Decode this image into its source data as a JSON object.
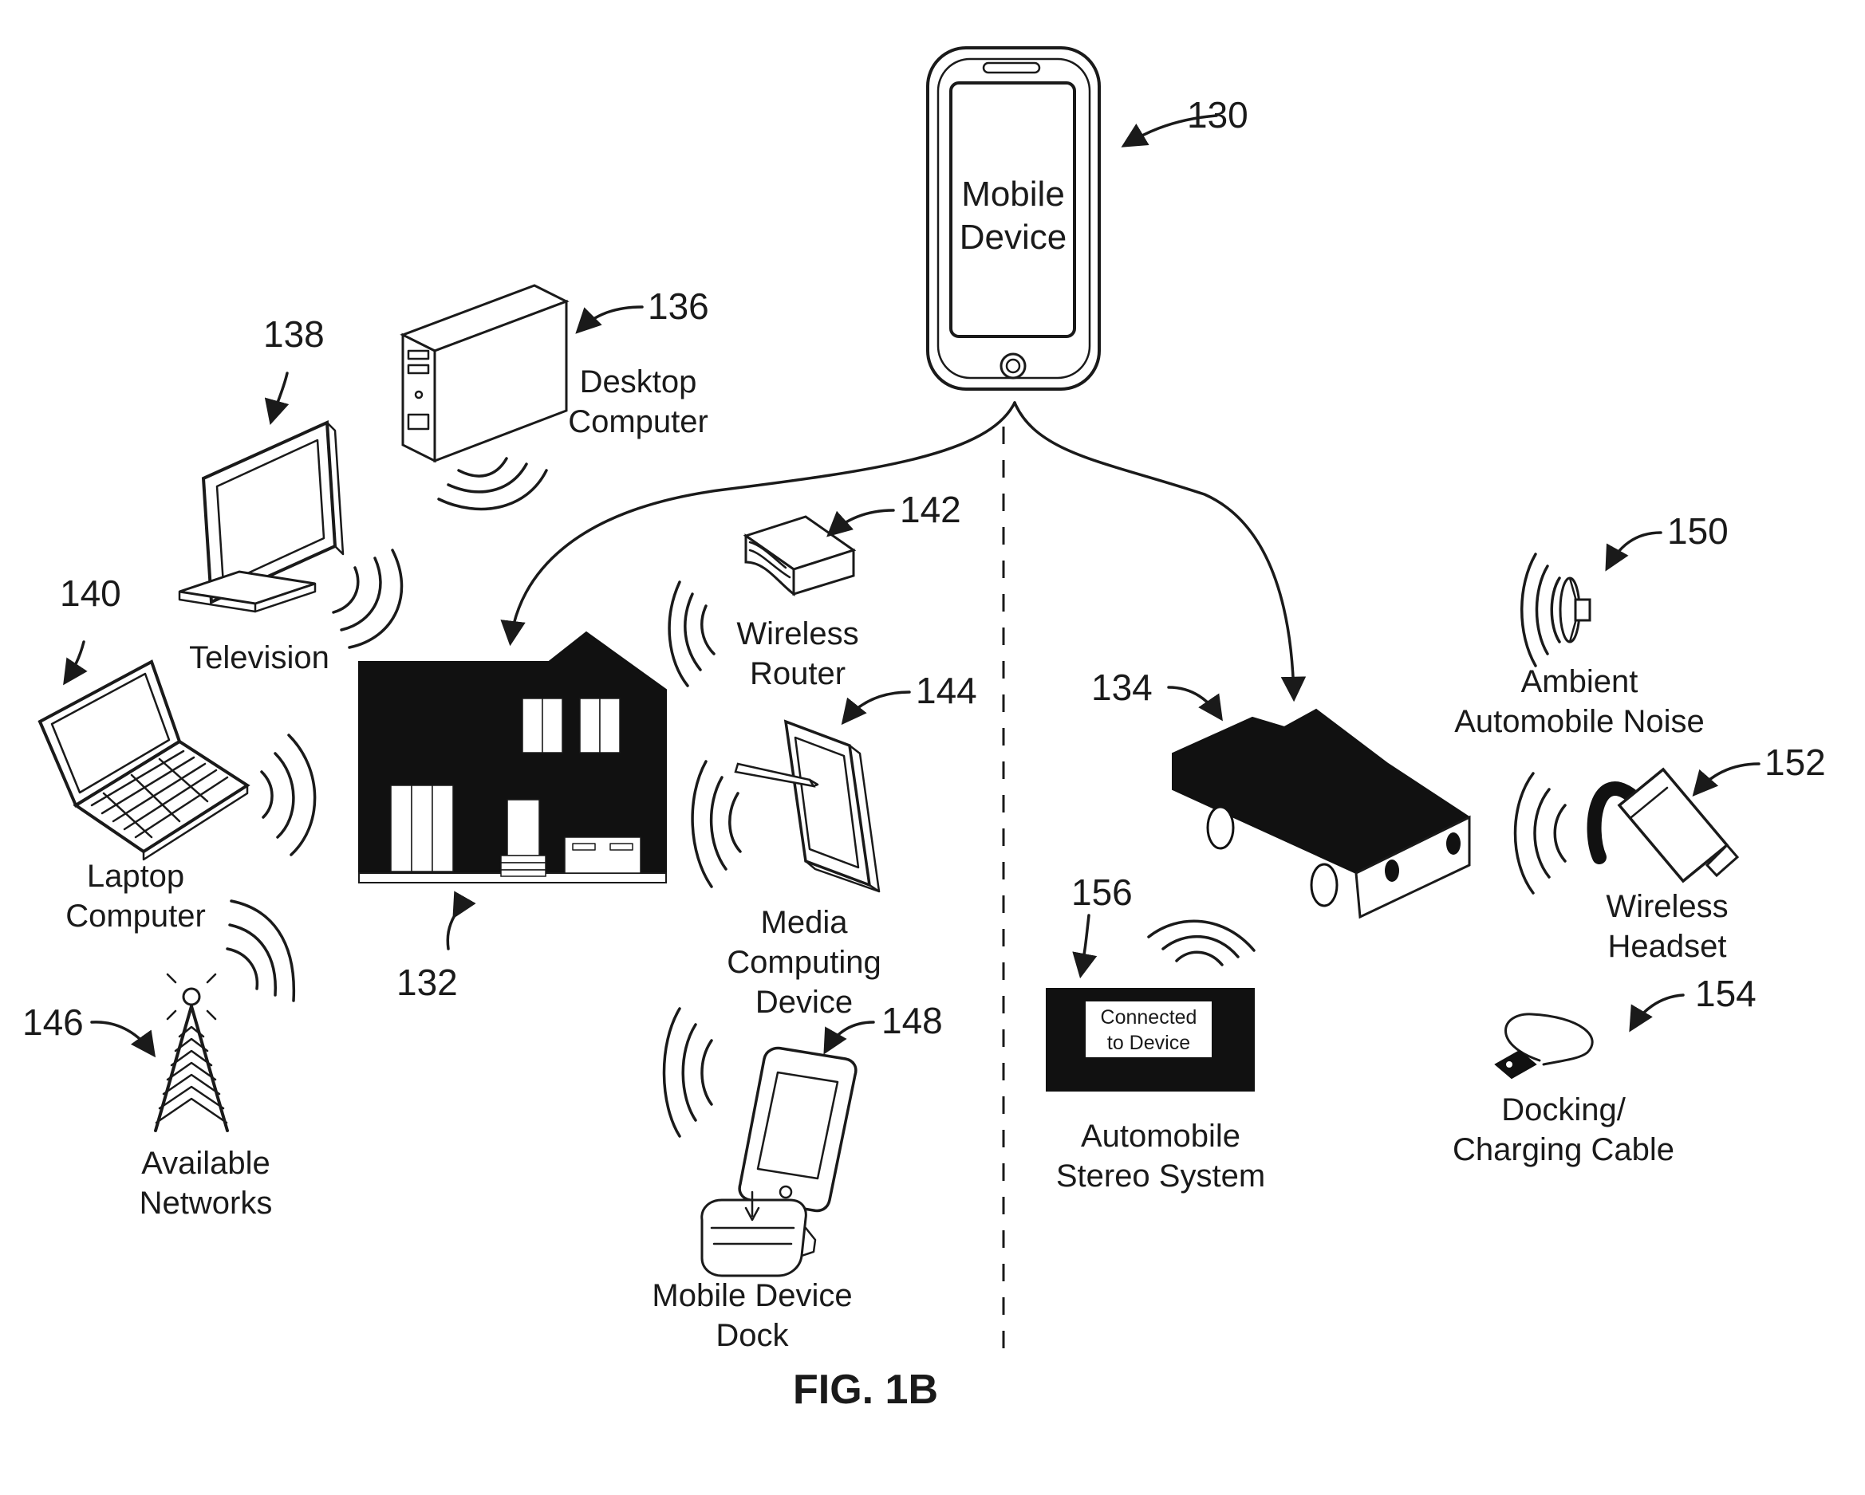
{
  "caption": "FIG. 1B",
  "mobile_device": {
    "ref": "130",
    "line1": "Mobile",
    "line2": "Device"
  },
  "house": {
    "ref": "132"
  },
  "automobile": {
    "ref": "134"
  },
  "desktop": {
    "ref": "136",
    "line1": "Desktop",
    "line2": "Computer"
  },
  "television": {
    "ref": "138",
    "line1": "Television"
  },
  "laptop": {
    "ref": "140",
    "line1": "Laptop",
    "line2": "Computer"
  },
  "router": {
    "ref": "142",
    "line1": "Wireless",
    "line2": "Router"
  },
  "media_device": {
    "ref": "144",
    "line1": "Media",
    "line2": "Computing",
    "line3": "Device"
  },
  "networks": {
    "ref": "146",
    "line1": "Available",
    "line2": "Networks"
  },
  "dock": {
    "ref": "148",
    "line1": "Mobile Device",
    "line2": "Dock"
  },
  "ambient_noise": {
    "ref": "150",
    "line1": "Ambient",
    "line2": "Automobile Noise"
  },
  "headset": {
    "ref": "152",
    "line1": "Wireless",
    "line2": "Headset"
  },
  "cable": {
    "ref": "154",
    "line1": "Docking/",
    "line2": "Charging Cable"
  },
  "stereo": {
    "ref": "156",
    "screen_line1": "Connected",
    "screen_line2": "to Device",
    "line1": "Automobile",
    "line2": "Stereo System"
  },
  "icons": [
    "mobile-phone",
    "house",
    "car",
    "desktop-tower",
    "television",
    "laptop",
    "wireless-router",
    "tablet-stylus",
    "cell-tower",
    "phone-dock",
    "speaker",
    "bluetooth-headset",
    "usb-cable",
    "car-stereo",
    "wireless-signal"
  ]
}
